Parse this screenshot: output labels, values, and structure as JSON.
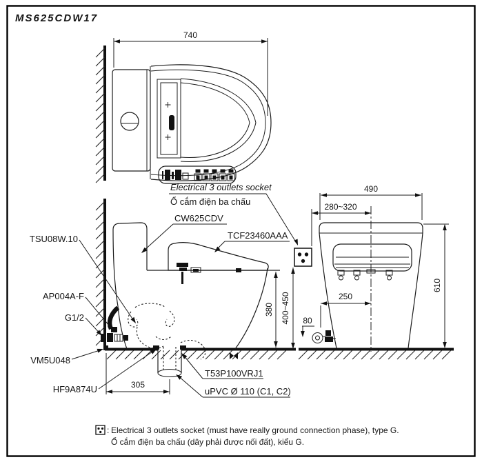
{
  "page": {
    "title": "MS625CDW17"
  },
  "colors": {
    "ink": "#1b1b1b",
    "paper": "#ffffff"
  },
  "top_view": {
    "width_dim": "740",
    "socket_note_en": "Electrical 3 outlets socket",
    "socket_note_vi": "Ổ cắm điện ba chấu"
  },
  "side_view": {
    "part_tank": "CW625CDV",
    "part_washlet": "TCF23460AAA",
    "part_supply_hose": "TSU08W.10",
    "part_stop_valve": "AP004A-F",
    "part_thread": "G1/2",
    "part_seal": "VM5U048",
    "part_flange": "HF9A874U",
    "part_joint": "T53P100VRJ1",
    "part_drain_pipe": "uPVC Ø 110 (C1, C2)",
    "dim_rough_in": "305",
    "dim_rim_height": "380",
    "dim_socket_height": "400~450"
  },
  "rear_view": {
    "dim_width": "490",
    "dim_socket_offset": "280~320",
    "dim_total_height": "610",
    "dim_valve_offset": "250",
    "dim_valve_height": "80"
  },
  "footnote": {
    "separator": ":",
    "line1_en": "Electrical 3 outlets socket (must have really ground connection phase), type G.",
    "line2_vi": "Ổ cắm điện ba chấu (dây phải được nối đất), kiểu G."
  }
}
